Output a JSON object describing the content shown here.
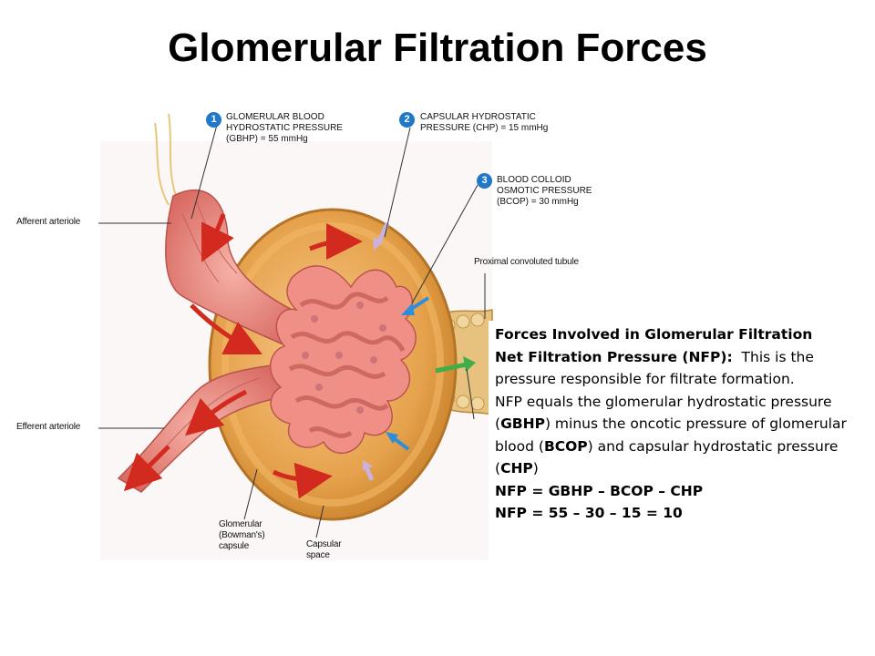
{
  "slide": {
    "title": "Glomerular Filtration Forces"
  },
  "diagram": {
    "callouts": [
      {
        "number": "1",
        "text": "GLOMERULAR BLOOD\nHYDROSTATIC PRESSURE\n(GBHP) = 55 mmHg"
      },
      {
        "number": "2",
        "text": "CAPSULAR HYDROSTATIC\nPRESSURE (CHP) = 15 mmHg"
      },
      {
        "number": "3",
        "text": "BLOOD COLLOID\nOSMOTIC PRESSURE\n(BCOP) = 30 mmHg"
      }
    ],
    "labels": {
      "afferent": "Afferent arteriole",
      "efferent": "Efferent arteriole",
      "proximal": "Proximal convoluted tubule",
      "capsule": "Glomerular\n(Bowman's)\ncapsule",
      "space": "Capsular\nspace"
    },
    "colors": {
      "capsule": "#e6a24c",
      "vessel": "#e88880",
      "arrow_red": "#d22a1e",
      "arrow_blue": "#2e8fd8",
      "arrow_lavender": "#c9b3dc",
      "arrow_green": "#3fae49",
      "callout": "#1f78c8"
    }
  },
  "textbox": {
    "heading": "Forces Involved in Glomerular Filtration",
    "nfp_label": "Net Filtration Pressure (NFP):",
    "nfp_desc": "This is the pressure responsible for filtrate formation.",
    "eq_prefix": "NFP equals the glomerular hydrostatic pressure (",
    "gbhp": "GBHP",
    "eq_mid1": ") minus the oncotic pressure of glomerular blood (",
    "bcop": "BCOP",
    "eq_mid2": ") and capsular hydrostatic pressure (",
    "chp": "CHP",
    "eq_end": ")",
    "formula": "NFP = GBHP – BCOP – CHP",
    "calculation": "NFP = 55 – 30 – 15 = 10"
  }
}
